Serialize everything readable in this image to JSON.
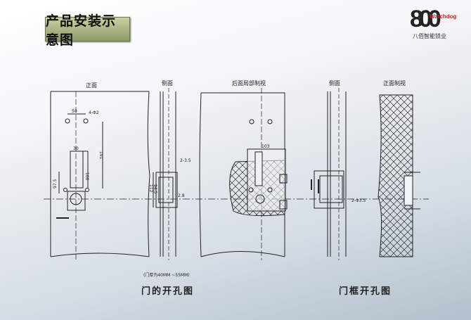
{
  "slide": {
    "title": "产品安装示意图",
    "logo": {
      "number": "800",
      "brand": "Watchdog",
      "company": "八佰智能锁业"
    }
  },
  "drawing": {
    "view_labels": {
      "front": "正面",
      "side_door": "侧面",
      "rear_partial": "后面局部制视",
      "side_frame": "侧面",
      "front_frame": "正面制视"
    },
    "dimensions": {
      "hole_spacing": "50",
      "hole_dia": "4-Φ2",
      "body_width": "30",
      "body_height": "100",
      "hole_to_bottom": "191",
      "offset": "97.5",
      "side_screw": "2-3.5",
      "side_height": "112",
      "side_inner": "94.5",
      "side_depth": "2.8",
      "rear_width": "103",
      "frame_screw": "2-Φ3.5"
    },
    "note": "(门厚为40MM ~55MM)"
  },
  "captions": {
    "door": "门的开孔图",
    "frame": "门框开孔图"
  },
  "colors": {
    "title_bg": "#a8b482",
    "brand_red": "#d4202a"
  }
}
